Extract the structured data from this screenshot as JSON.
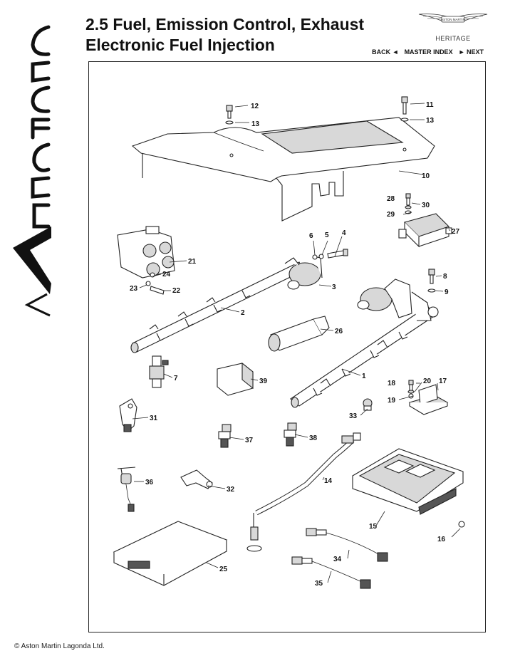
{
  "header": {
    "title_line1": "2.5 Fuel, Emission Control, Exhaust",
    "title_line2": "Electronic Fuel Injection",
    "brand_label": "HERITAGE",
    "brand_badge_text": "ASTON MARTIN"
  },
  "nav": {
    "back": "BACK ◄",
    "master_index": "MASTER INDEX",
    "next": "► NEXT"
  },
  "side_logo_text": "Vantage",
  "footer": {
    "copyright": "© Aston Martin Lagonda Ltd."
  },
  "callouts": {
    "c1": "1",
    "c2": "2",
    "c3": "3",
    "c4": "4",
    "c5": "5",
    "c6": "6",
    "c7": "7",
    "c8": "8",
    "c9": "9",
    "c10": "10",
    "c11": "11",
    "c12": "12",
    "c13a": "13",
    "c13b": "13",
    "c14": "14",
    "c15": "15",
    "c16": "16",
    "c17": "17",
    "c18": "18",
    "c19": "19",
    "c20": "20",
    "c21": "21",
    "c22": "22",
    "c23": "23",
    "c24": "24",
    "c25": "25",
    "c26": "26",
    "c27": "27",
    "c28": "28",
    "c29": "29",
    "c30": "30",
    "c31": "31",
    "c32": "32",
    "c33": "33",
    "c34": "34",
    "c35": "35",
    "c36": "36",
    "c37": "37",
    "c38": "38",
    "c39": "39"
  }
}
